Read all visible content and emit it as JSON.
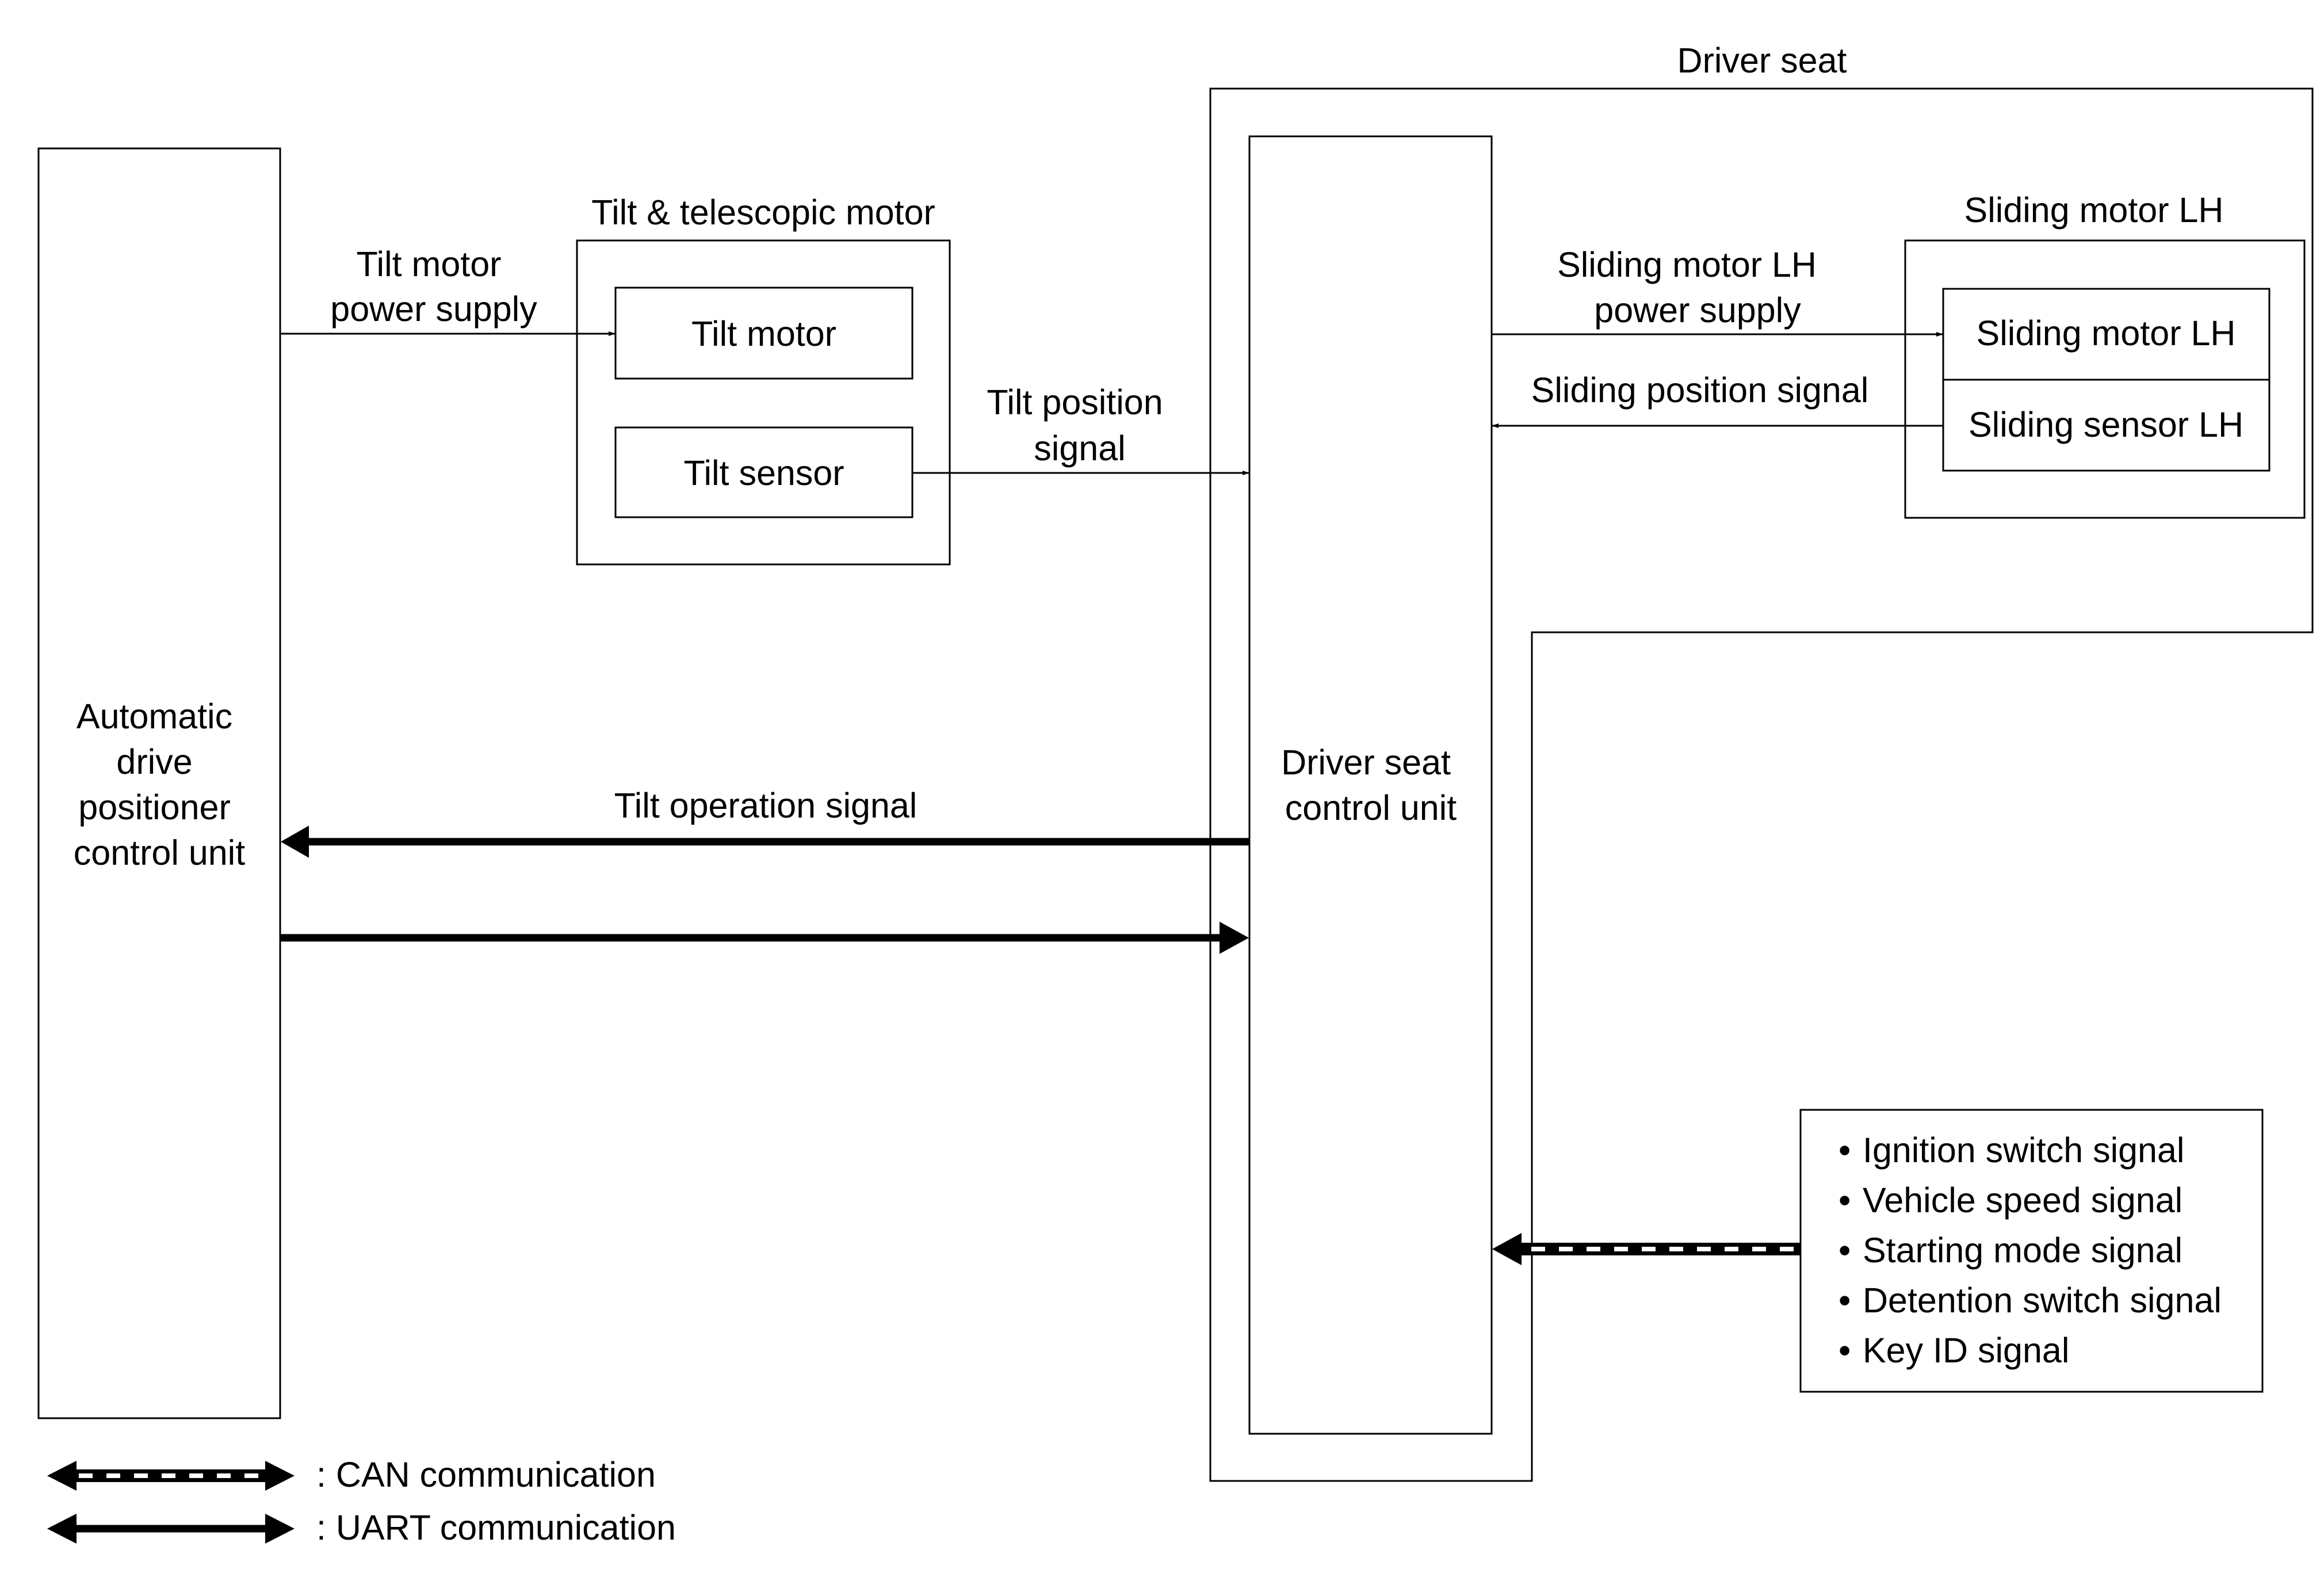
{
  "adp_unit": {
    "label_lines": [
      "Automatic",
      "drive",
      "positioner",
      "control unit"
    ]
  },
  "tilt_telescopic_motor": {
    "title": "Tilt & telescopic motor",
    "tilt_motor": "Tilt motor",
    "tilt_sensor": "Tilt sensor"
  },
  "driver_seat": {
    "title": "Driver seat",
    "control_unit_lines": [
      "Driver seat",
      "control unit"
    ]
  },
  "sliding_motor": {
    "title": "Sliding motor LH",
    "motor": "Sliding motor LH",
    "sensor": "Sliding sensor LH"
  },
  "signals": {
    "tilt_motor_power_lines": [
      "Tilt motor",
      "power supply"
    ],
    "tilt_position_lines": [
      "Tilt position",
      "signal"
    ],
    "sliding_power_lines": [
      "Sliding motor LH",
      "power supply"
    ],
    "sliding_position": "Sliding position signal",
    "tilt_operation": "Tilt operation signal"
  },
  "can_inputs": {
    "bullet": "•",
    "items": [
      "Ignition switch signal",
      "Vehicle speed signal",
      "Starting mode signal",
      "Detention switch signal",
      "Key ID signal"
    ]
  },
  "legend": {
    "can": ": CAN communication",
    "uart": ": UART communication"
  }
}
